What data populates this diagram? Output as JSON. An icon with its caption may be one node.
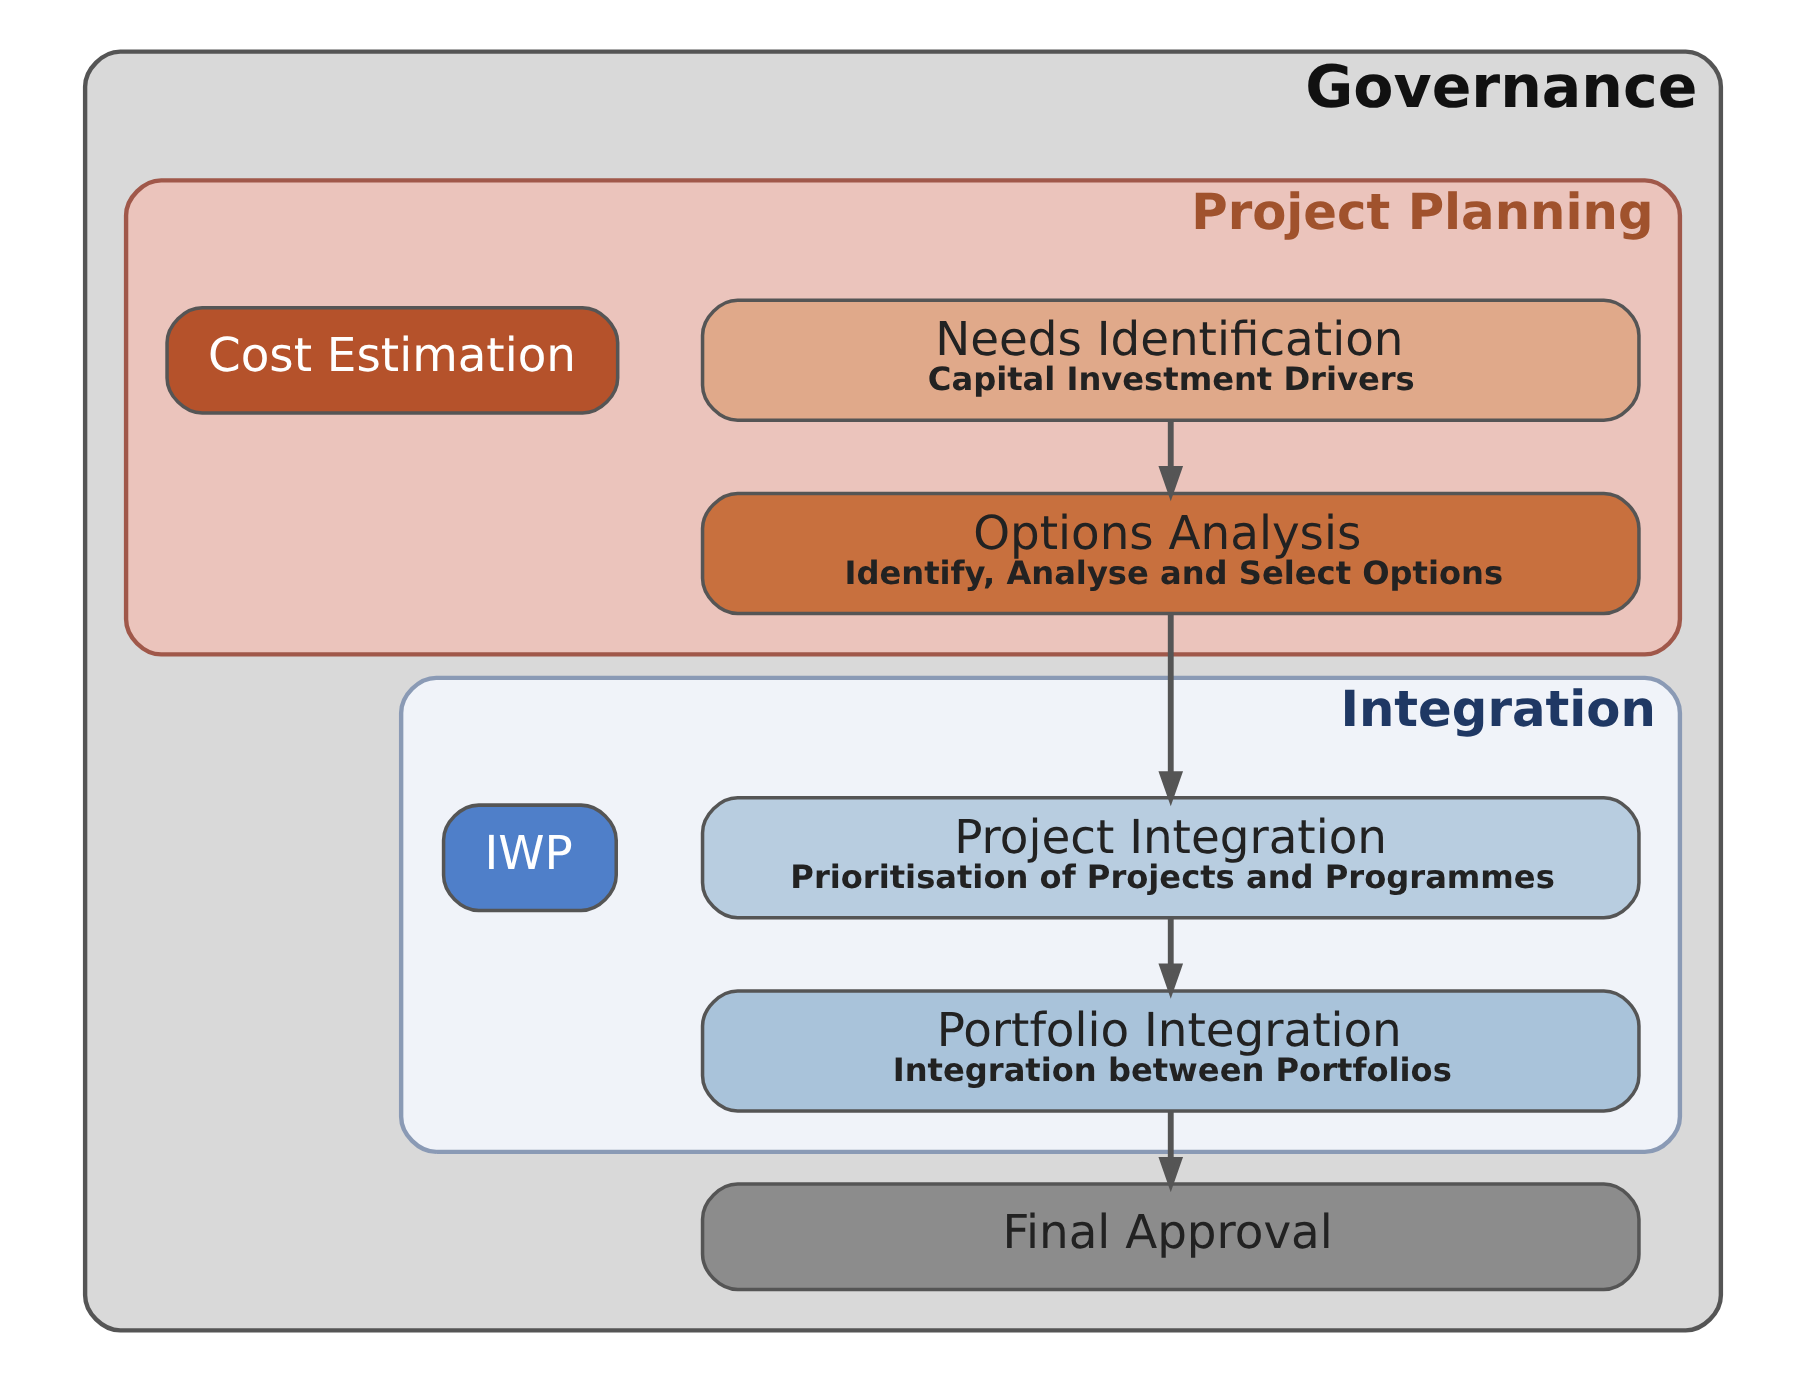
{
  "diagram": {
    "nodes": [
      {
        "text": [
          "Governance"
        ]
      },
      {
        "text": [
          "Project Planning"
        ],
        "in": 0
      },
      {
        "text": [
          "Needs Identification",
          "Capital Investment Drivers"
        ],
        "in": 1
      },
      {
        "text": [
          "Options Analysis",
          "Identify, Analyse and Select Options"
        ],
        "in": 1
      },
      {
        "text": [
          "Cost Estimation"
        ],
        "in": 1
      },
      {
        "text": [
          "Integration"
        ],
        "in": 0
      },
      {
        "text": [
          "Project Integration",
          "Prioritisation of Projects and Programmes"
        ],
        "in": 5
      },
      {
        "text": [
          "Portfolio Integration",
          "Integration between Portfolios"
        ],
        "in": 5
      },
      {
        "text": [
          "IWP"
        ],
        "in": 5
      },
      {
        "text": [
          "Final Approval"
        ],
        "in": 0
      }
    ],
    "edges": [
      {
        "from": 2,
        "to": 3,
        "arrow": "to"
      },
      {
        "from": 3,
        "to": 6,
        "arrow": "to"
      },
      {
        "from": 6,
        "to": 7,
        "arrow": "to"
      },
      {
        "from": 7,
        "to": 9,
        "arrow": "to"
      }
    ]
  }
}
